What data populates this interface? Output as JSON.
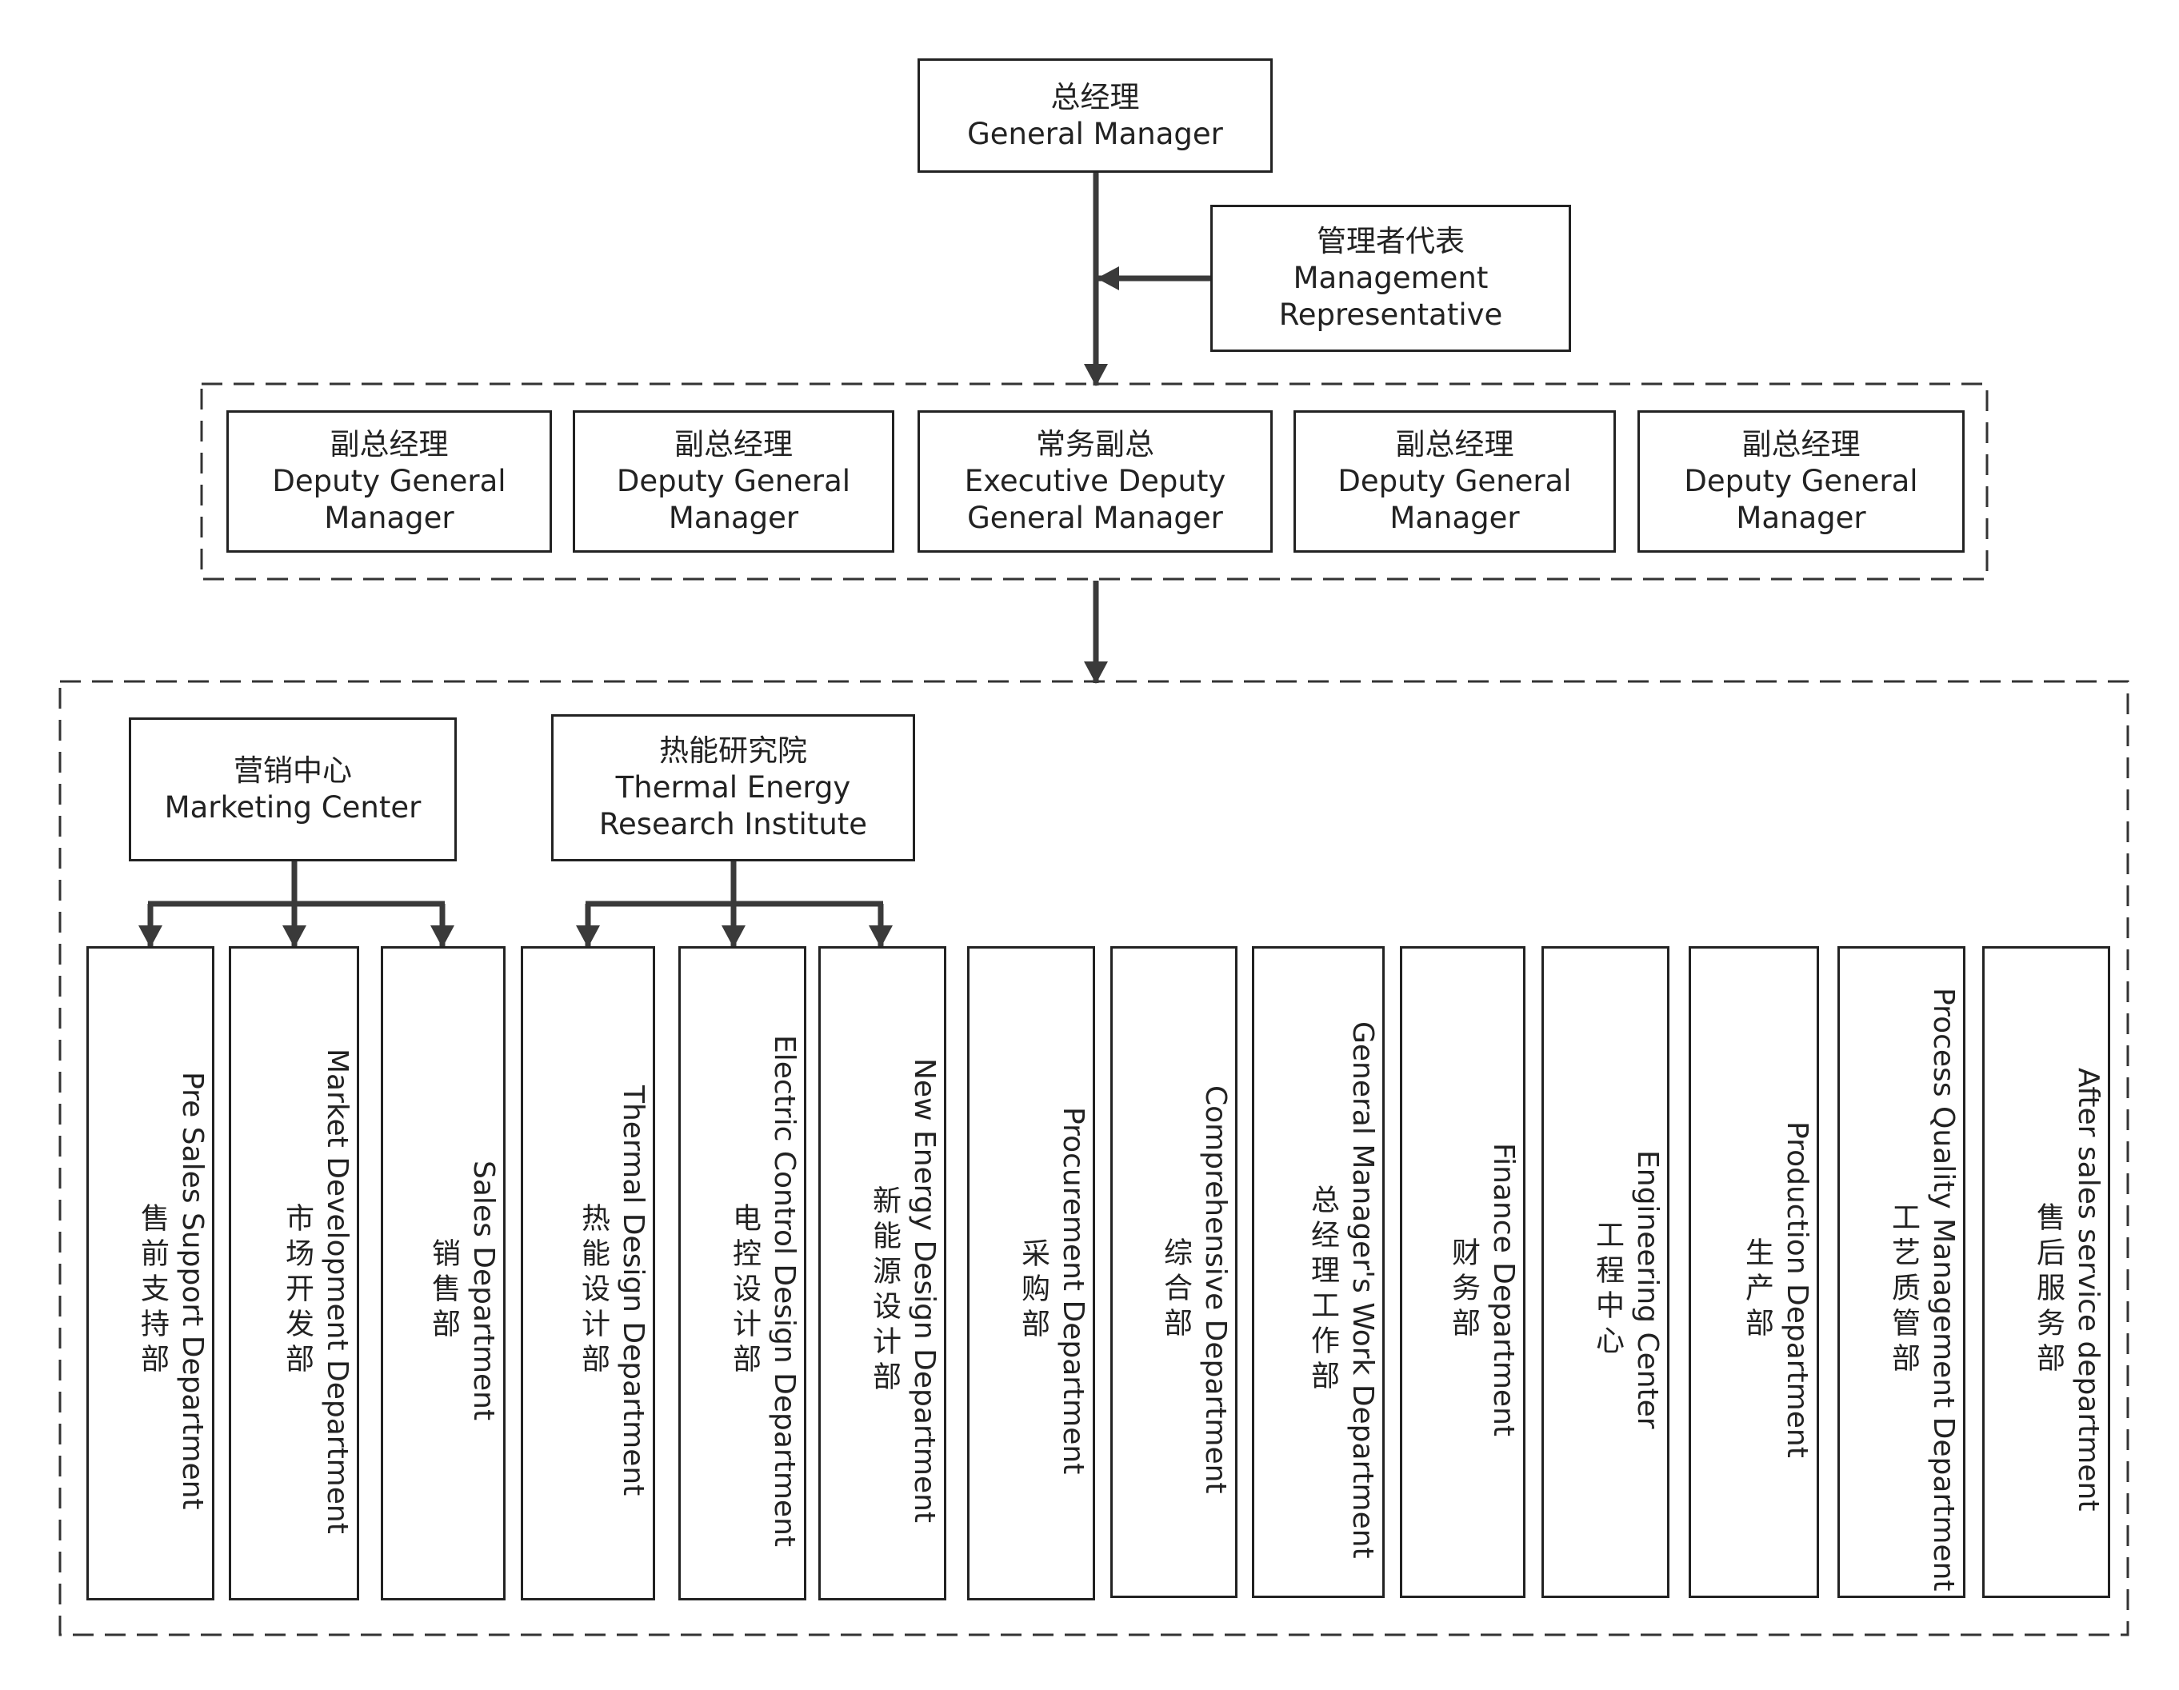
{
  "general_manager": {
    "zh": "总经理",
    "en": "General Manager"
  },
  "management_representative": {
    "zh": "管理者代表",
    "en1": "Management",
    "en2": "Representative"
  },
  "vice_managers": [
    {
      "zh": "副总经理",
      "en1": "Deputy General",
      "en2": "Manager"
    },
    {
      "zh": "副总经理",
      "en1": "Deputy General",
      "en2": "Manager"
    },
    {
      "zh": "常务副总",
      "en1": "Executive Deputy",
      "en2": "General Manager"
    },
    {
      "zh": "副总经理",
      "en1": "Deputy General",
      "en2": "Manager"
    },
    {
      "zh": "副总经理",
      "en1": "Deputy General",
      "en2": "Manager"
    }
  ],
  "marketing_center": {
    "zh": "营销中心",
    "en": "Marketing Center"
  },
  "thermal_institute": {
    "zh": "热能研究院",
    "en1": "Thermal Energy",
    "en2": "Research Institute"
  },
  "departments": [
    {
      "zh": "售前支持部",
      "en": "Pre Sales Support Department"
    },
    {
      "zh": "市场开发部",
      "en": "Market Development Department"
    },
    {
      "zh": "销售部",
      "en": "Sales Department"
    },
    {
      "zh": "热能设计部",
      "en": "Thermal Design Department"
    },
    {
      "zh": "电控设计部",
      "en": "Electric Control Design Department"
    },
    {
      "zh": "新能源设计部",
      "en": "New Energy Design Department"
    },
    {
      "zh": "采购部",
      "en": "Procurement Department"
    },
    {
      "zh": "综合部",
      "en": "Comprehensive Department"
    },
    {
      "zh": "总经理工作部",
      "en": "General Manager's Work Department"
    },
    {
      "zh": "财务部",
      "en": "Finance Department"
    },
    {
      "zh": "工程中心",
      "en": "Engineering Center"
    },
    {
      "zh": "生产部",
      "en": "Production Department"
    },
    {
      "zh": "工艺质管部",
      "en": "Process Quality Management Department"
    },
    {
      "zh": "售后服务部",
      "en": "After sales service department"
    }
  ]
}
